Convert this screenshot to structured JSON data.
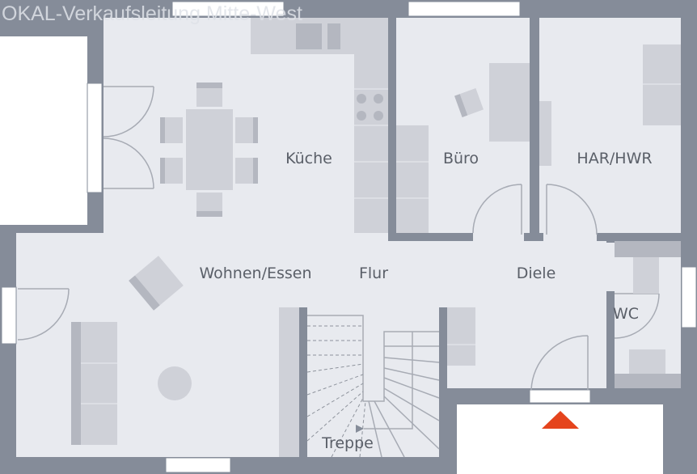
{
  "watermark": "OKAL-Verkaufsleitung Mitte-West",
  "rooms": {
    "kueche": "Küche",
    "buero": "Büro",
    "har_hwr": "HAR/HWR",
    "wohnen_essen": "Wohnen/Essen",
    "flur": "Flur",
    "diele": "Diele",
    "wc": "WC",
    "treppe": "Treppe"
  },
  "colors": {
    "wall": "#858c99",
    "floor": "#e8eaef",
    "furniture": "#cfd1d8",
    "entrance_marker": "#e5441d"
  },
  "icons": {
    "entrance": "entrance-arrow-icon"
  }
}
